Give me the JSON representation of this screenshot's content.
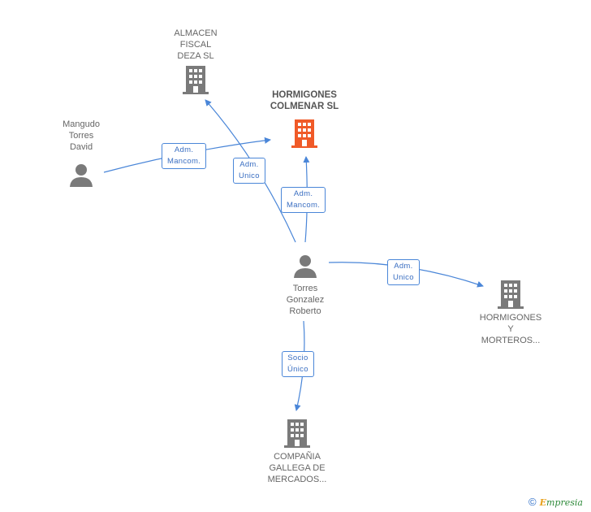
{
  "nodes": {
    "almacen": {
      "label": "ALMACEN\nFISCAL\nDEZA SL",
      "type": "company"
    },
    "hormigones_colmenar": {
      "label": "HORMIGONES\nCOLMENAR SL",
      "type": "company-main"
    },
    "mangudo": {
      "label": "Mangudo\nTorres\nDavid",
      "type": "person"
    },
    "torres": {
      "label": "Torres\nGonzalez\nRoberto",
      "type": "person"
    },
    "hormigones_morteros": {
      "label": "HORMIGONES\nY\nMORTEROS...",
      "type": "company"
    },
    "compania": {
      "label": "COMPAÑIA\nGALLEGA DE\nMERCADOS...",
      "type": "company"
    }
  },
  "edges": {
    "mangudo_colmenar": {
      "label": "Adm.\nMancom."
    },
    "torres_almacen": {
      "label": "Adm.\nUnico"
    },
    "torres_colmenar": {
      "label": "Adm.\nMancom."
    },
    "torres_morteros": {
      "label": "Adm.\nUnico"
    },
    "torres_compania": {
      "label": "Socio\nÚnico"
    }
  },
  "colors": {
    "edge": "#4a86d8",
    "company_icon": "#7a7a7a",
    "main_company_icon": "#f05a28",
    "person_icon": "#7a7a7a"
  },
  "footer": {
    "copyright": "©",
    "brand_initial": "E",
    "brand_rest": "mpresia"
  }
}
